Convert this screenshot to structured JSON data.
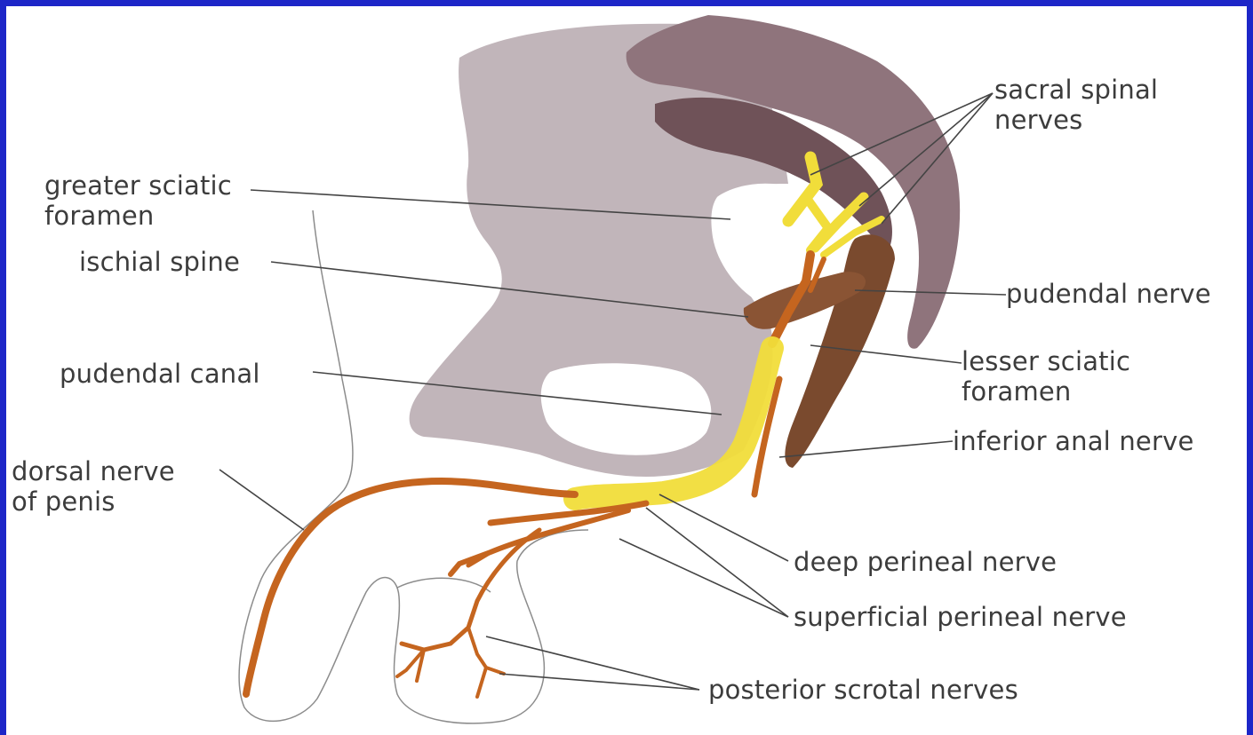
{
  "colors": {
    "frame": "#1d26c8",
    "bone_light": "#c1b5ba",
    "bone_dark": "#8f747c",
    "bone_darker": "#6f5258",
    "ligament": "#7a4a2e",
    "nerve_yellow": "#f1dd3a",
    "nerve_orange": "#c5651f",
    "label_text": "#3c3c3c",
    "leader_line": "#444444"
  },
  "labels": {
    "sacral_spinal_nerves": "sacral spinal\nnerves",
    "greater_sciatic_foramen": "greater sciatic\nforamen",
    "ischial_spine": "ischial spine",
    "pudendal_nerve": "pudendal nerve",
    "lesser_sciatic_foramen": "lesser sciatic\nforamen",
    "pudendal_canal": "pudendal canal",
    "inferior_anal_nerve": "inferior anal nerve",
    "dorsal_nerve_of_penis": "dorsal nerve\nof penis",
    "deep_perineal_nerve": "deep perineal nerve",
    "superficial_perineal_nerve": "superficial perineal nerve",
    "posterior_scrotal_nerves": "posterior scrotal nerves"
  }
}
